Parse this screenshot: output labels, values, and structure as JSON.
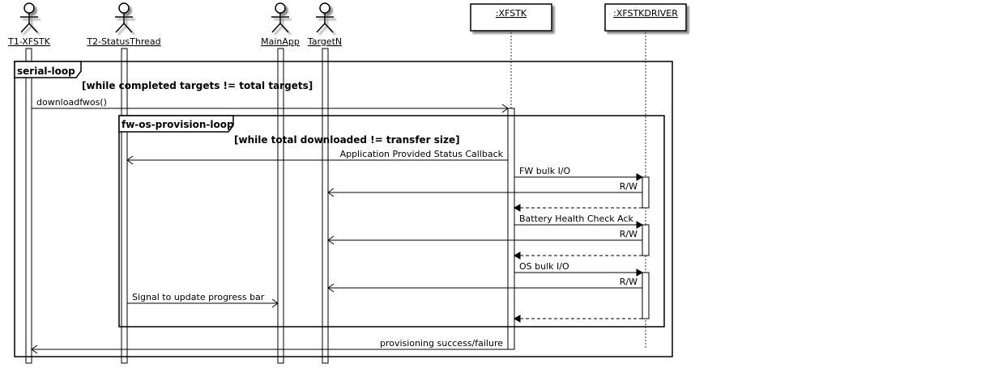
{
  "diagram": {
    "participants": [
      {
        "id": "t1",
        "kind": "actor",
        "name": "T1-XFSTK"
      },
      {
        "id": "t2",
        "kind": "actor",
        "name": "T2-StatusThread"
      },
      {
        "id": "mainapp",
        "kind": "actor",
        "name": "MainApp"
      },
      {
        "id": "targetn",
        "kind": "actor",
        "name": "TargetN"
      },
      {
        "id": "xfstk",
        "kind": "box",
        "name": ":XFSTK"
      },
      {
        "id": "driver",
        "kind": "box",
        "name": ":XFSTKDRIVER"
      }
    ],
    "fragments": {
      "outer": {
        "label": "serial-loop",
        "guard": "[while completed targets != total targets]"
      },
      "inner": {
        "label": "fw-os-provision-loop",
        "guard": "[while total downloaded != transfer size]"
      }
    },
    "messages": [
      {
        "text": "downloadfwos()"
      },
      {
        "text": "Application Provided Status Callback"
      },
      {
        "text": "FW bulk I/O"
      },
      {
        "text": "R/W"
      },
      {
        "text": ""
      },
      {
        "text": "Battery Health Check Ack"
      },
      {
        "text": "R/W"
      },
      {
        "text": ""
      },
      {
        "text": "OS bulk I/O"
      },
      {
        "text": "R/W"
      },
      {
        "text": "Signal to update progress bar"
      },
      {
        "text": ""
      },
      {
        "text": "provisioning success/failure"
      }
    ]
  }
}
